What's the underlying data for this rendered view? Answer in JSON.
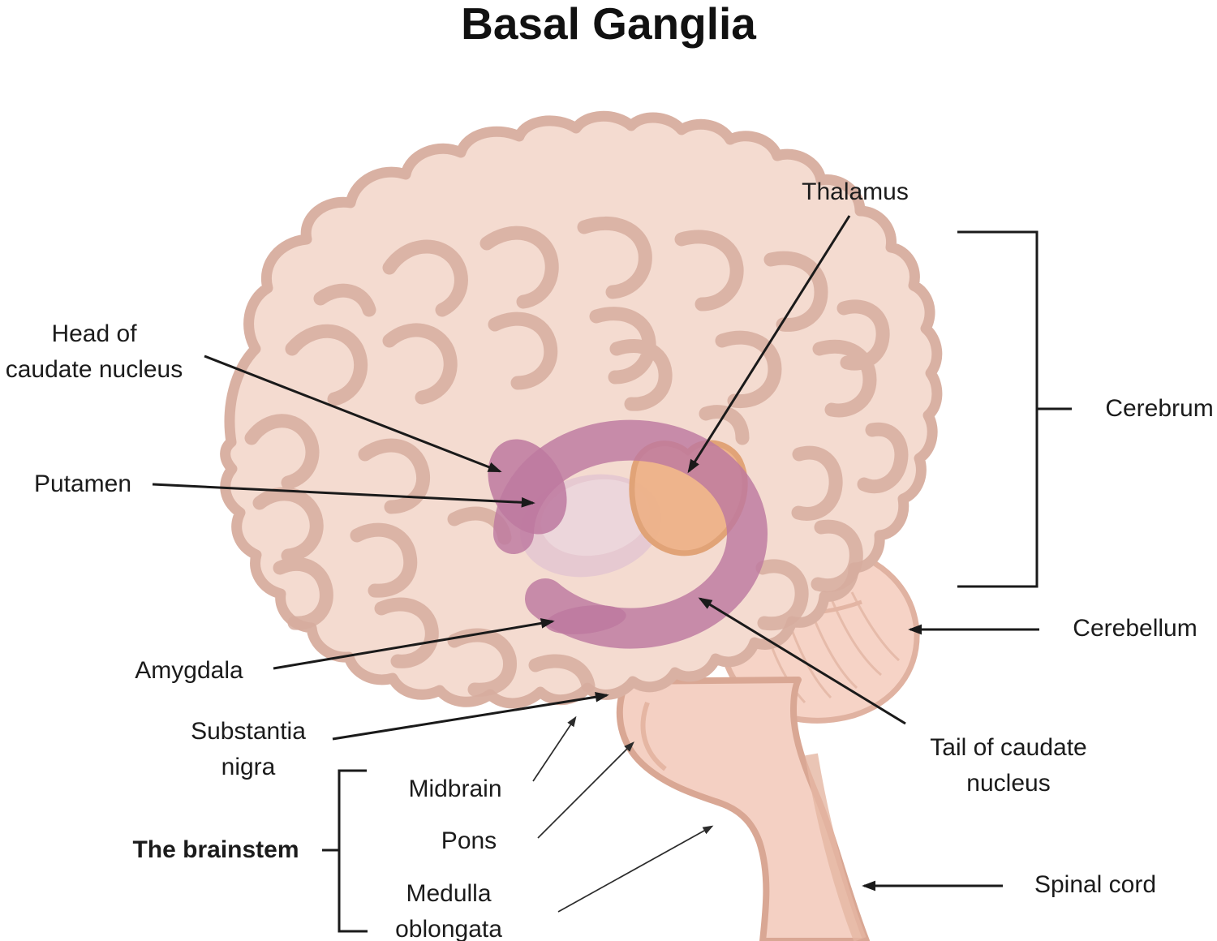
{
  "title": "Basal Ganglia",
  "labels": {
    "thalamus": "Thalamus",
    "head_of_caudate": [
      "Head of",
      "caudate nucleus"
    ],
    "putamen": "Putamen",
    "amygdala": "Amygdala",
    "substantia_nigra": [
      "Substantia",
      "nigra"
    ],
    "the_brainstem": "The brainstem",
    "midbrain": "Midbrain",
    "pons": "Pons",
    "medulla_oblongata": [
      "Medulla",
      "oblongata"
    ],
    "cerebrum": "Cerebrum",
    "cerebellum": "Cerebellum",
    "tail_of_caudate": [
      "Tail of caudate",
      "nucleus"
    ],
    "spinal_cord": "Spinal cord"
  },
  "colors": {
    "background": "#ffffff",
    "text": "#1b1b1b",
    "brain_fill": "#f4dbd0",
    "brain_outline": "#d9b1a3",
    "gyri": "#d6ad9f",
    "cerebellum_fill": "#f6d3c6",
    "cerebellum_outline": "#e0b2a1",
    "brainstem_fill": "#f4d0c3",
    "brainstem_outline": "#d9a794",
    "caudate": "#bd79a0",
    "putamen": "#e4c6d0",
    "putamen_highlight": "#eed9dd",
    "thalamus_fill": "#eeb289",
    "thalamus_outline": "#e0a173",
    "arrow": "#1a1a1a"
  }
}
